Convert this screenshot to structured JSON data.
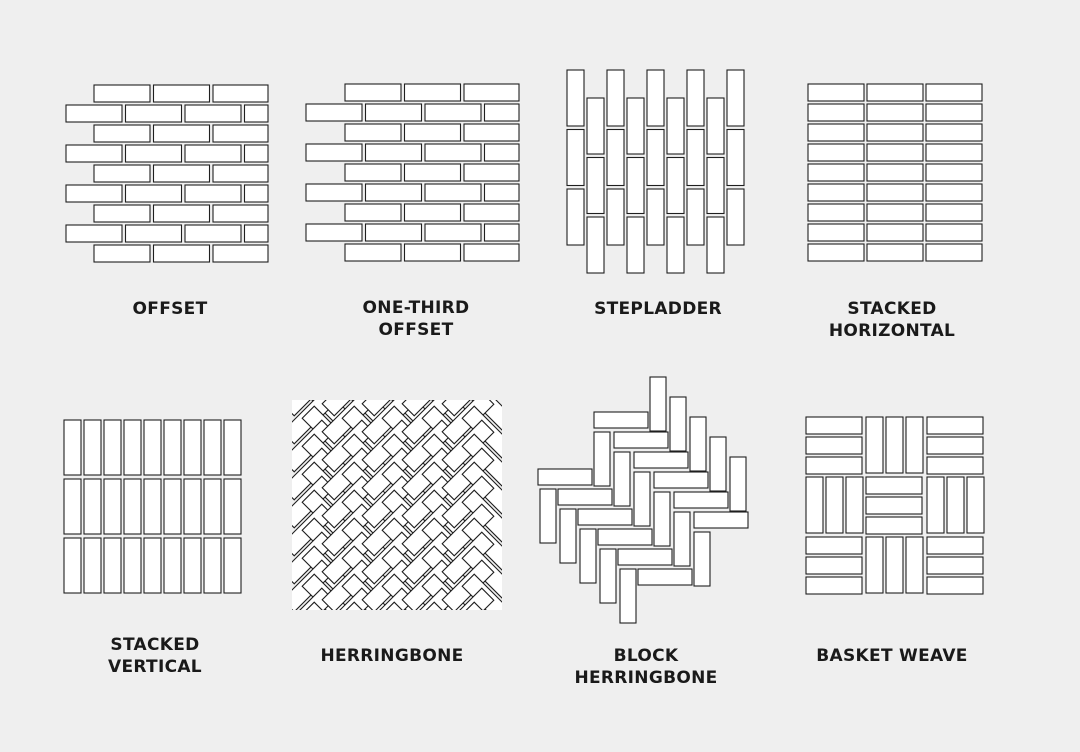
{
  "background": "#efefef",
  "tile_fill": "#ffffff",
  "tile_stroke": "#1f1f1f",
  "patterns": [
    {
      "id": "offset",
      "lines": [
        "OFFSET"
      ]
    },
    {
      "id": "one-third-offset",
      "lines": [
        "ONE-THIRD",
        "OFFSET"
      ]
    },
    {
      "id": "stepladder",
      "lines": [
        "STEPLADDER"
      ]
    },
    {
      "id": "stacked-horizontal",
      "lines": [
        "STACKED",
        "HORIZONTAL"
      ]
    },
    {
      "id": "stacked-vertical",
      "lines": [
        "STACKED",
        "VERTICAL"
      ]
    },
    {
      "id": "herringbone",
      "lines": [
        "HERRINGBONE"
      ]
    },
    {
      "id": "block-herringbone",
      "lines": [
        "BLOCK",
        "HERRINGBONE"
      ]
    },
    {
      "id": "basket-weave",
      "lines": [
        "BASKET WEAVE"
      ]
    }
  ]
}
